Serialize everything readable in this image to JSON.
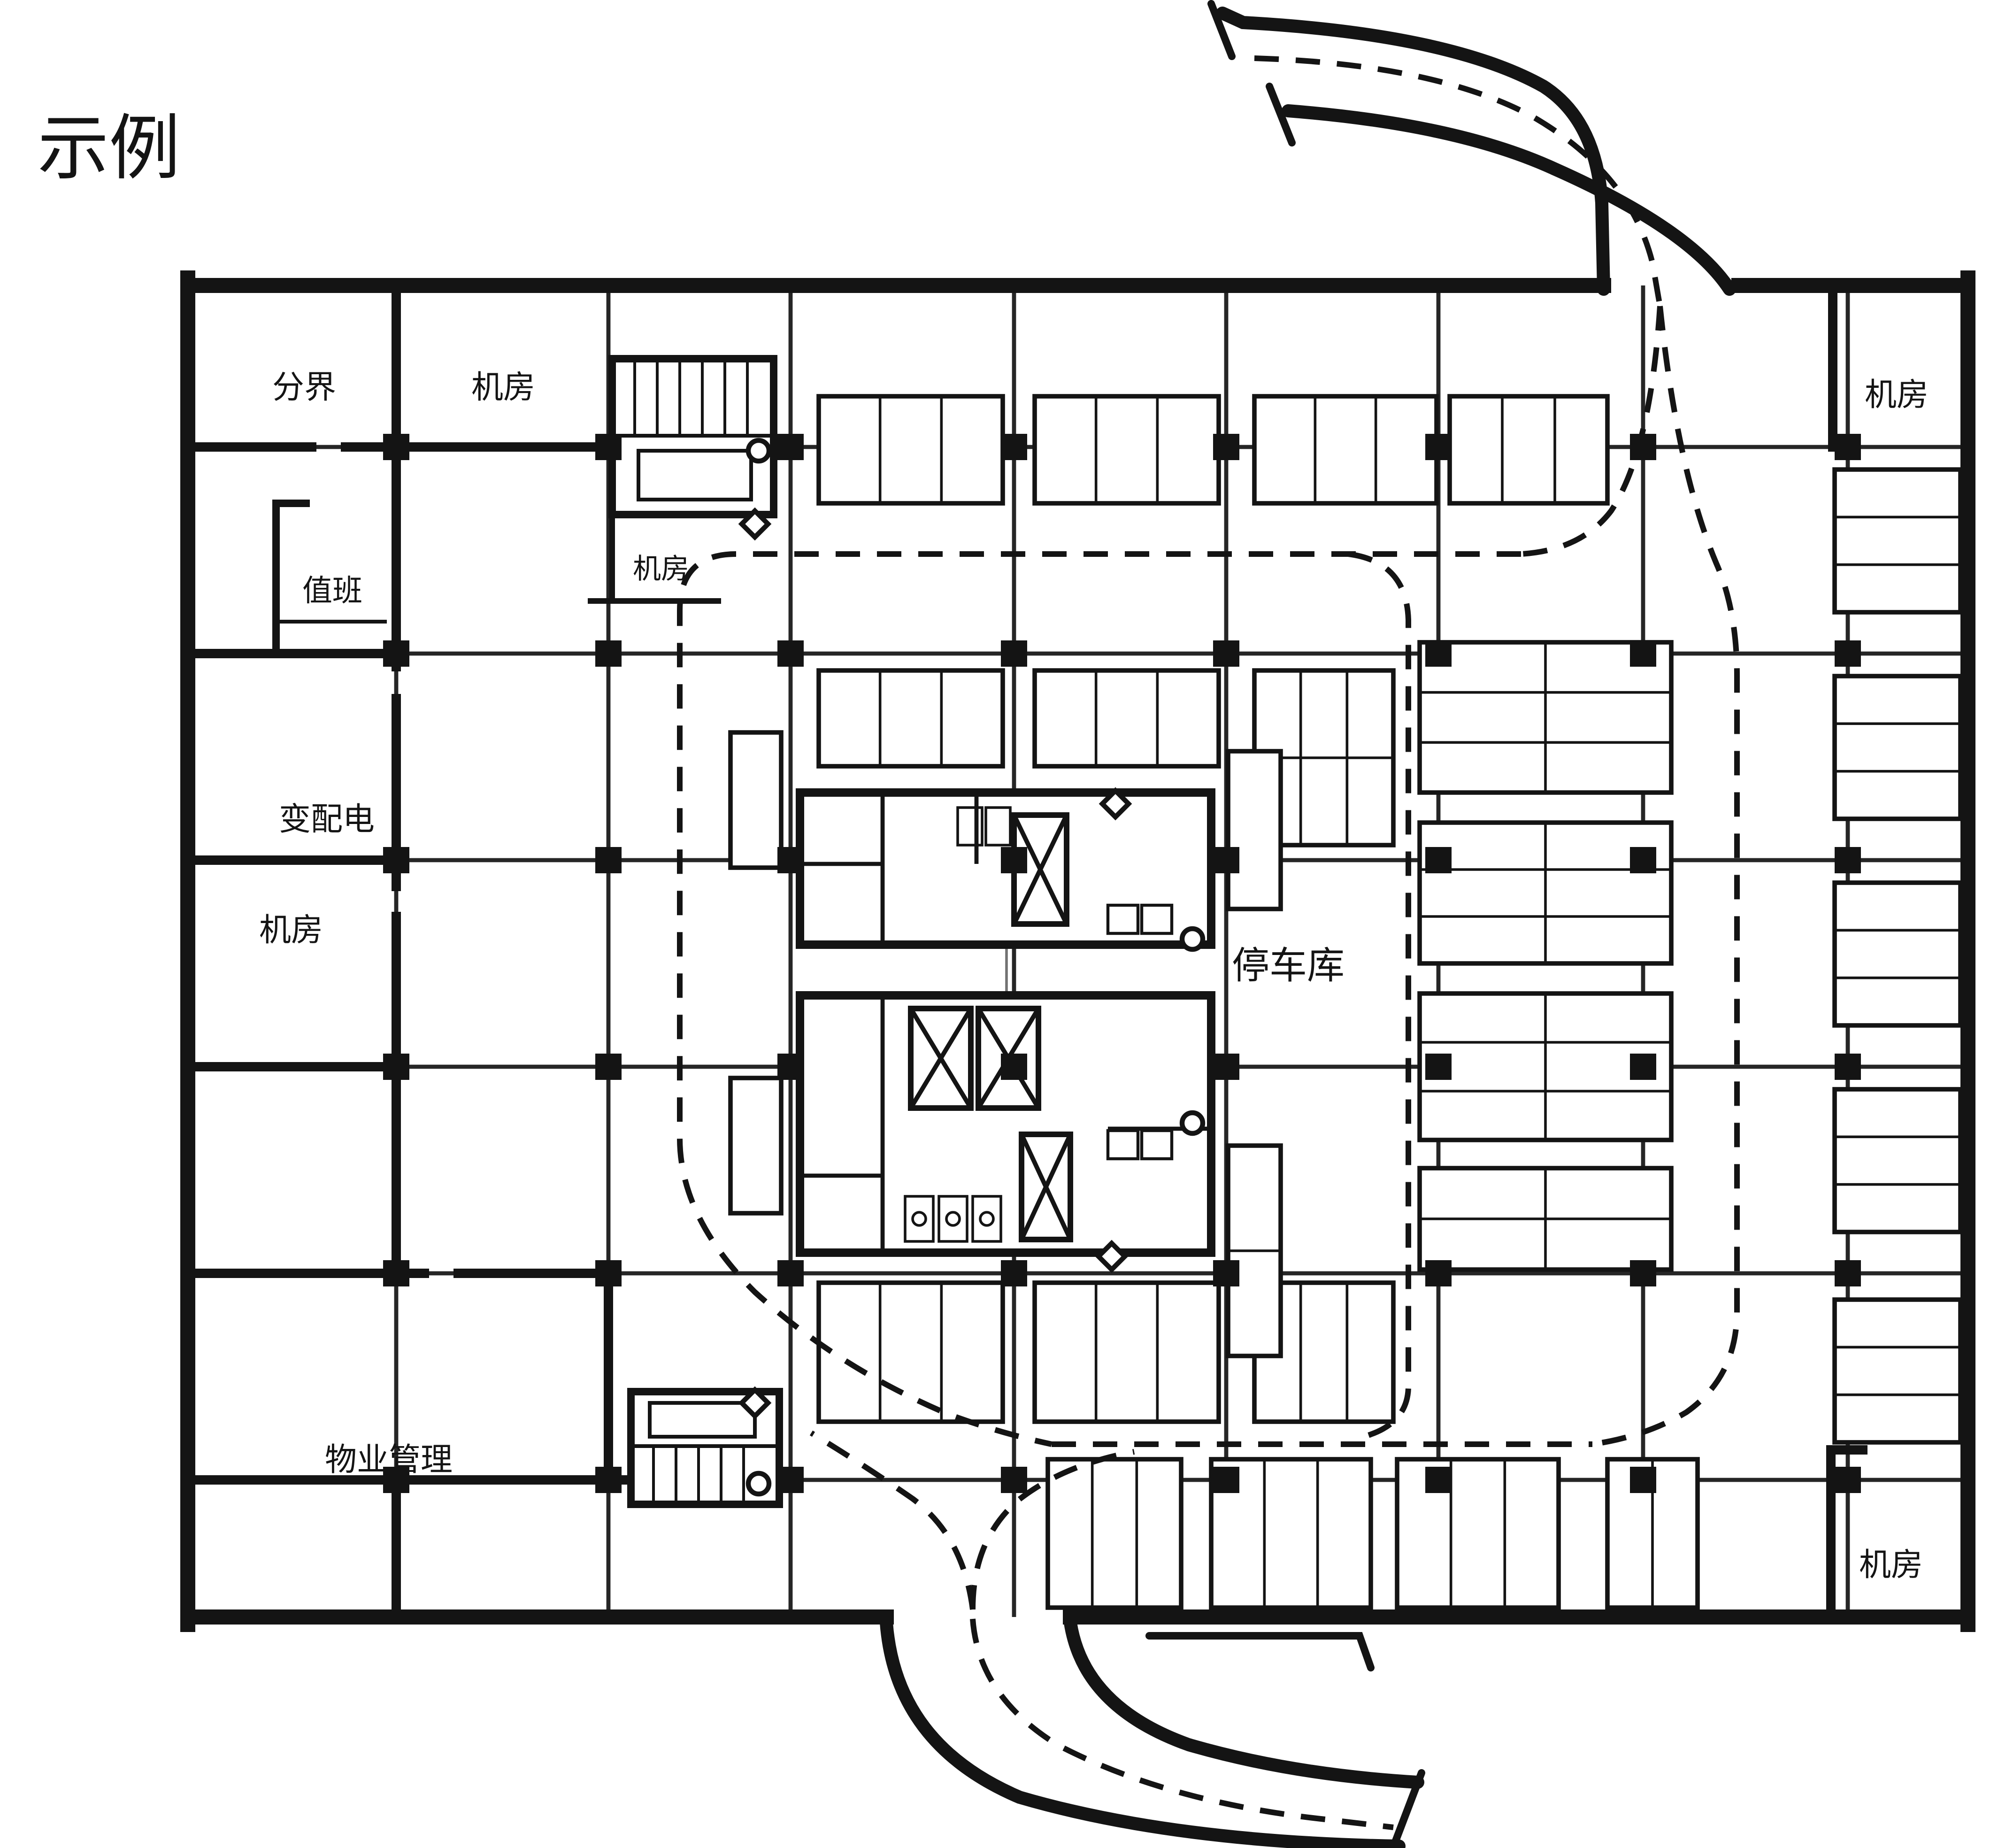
{
  "page": {
    "title": "示例"
  },
  "plan": {
    "rooms": {
      "boundary": "分界",
      "machine_room_top_left": "机房",
      "machine_room_stair": "机房",
      "duty_room": "值班",
      "power_distribution": "变配电",
      "machine_room_left": "机房",
      "property_management": "物业管理",
      "parking_garage": "停车库",
      "machine_room_top_right": "机房",
      "machine_room_bottom_right": "机房"
    }
  },
  "colors": {
    "ink": "#141414",
    "paper": "#ffffff"
  }
}
